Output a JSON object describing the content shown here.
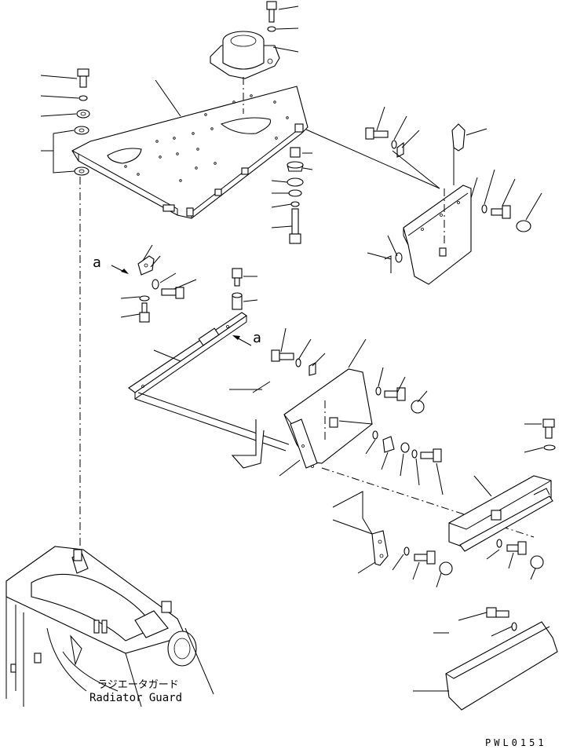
{
  "diagram": {
    "caption_jp": "ラジエータガード",
    "caption_en": "Radiator Guard",
    "view_marker_left": "a",
    "view_marker_right": "a",
    "drawing_code": "PWL0151"
  }
}
